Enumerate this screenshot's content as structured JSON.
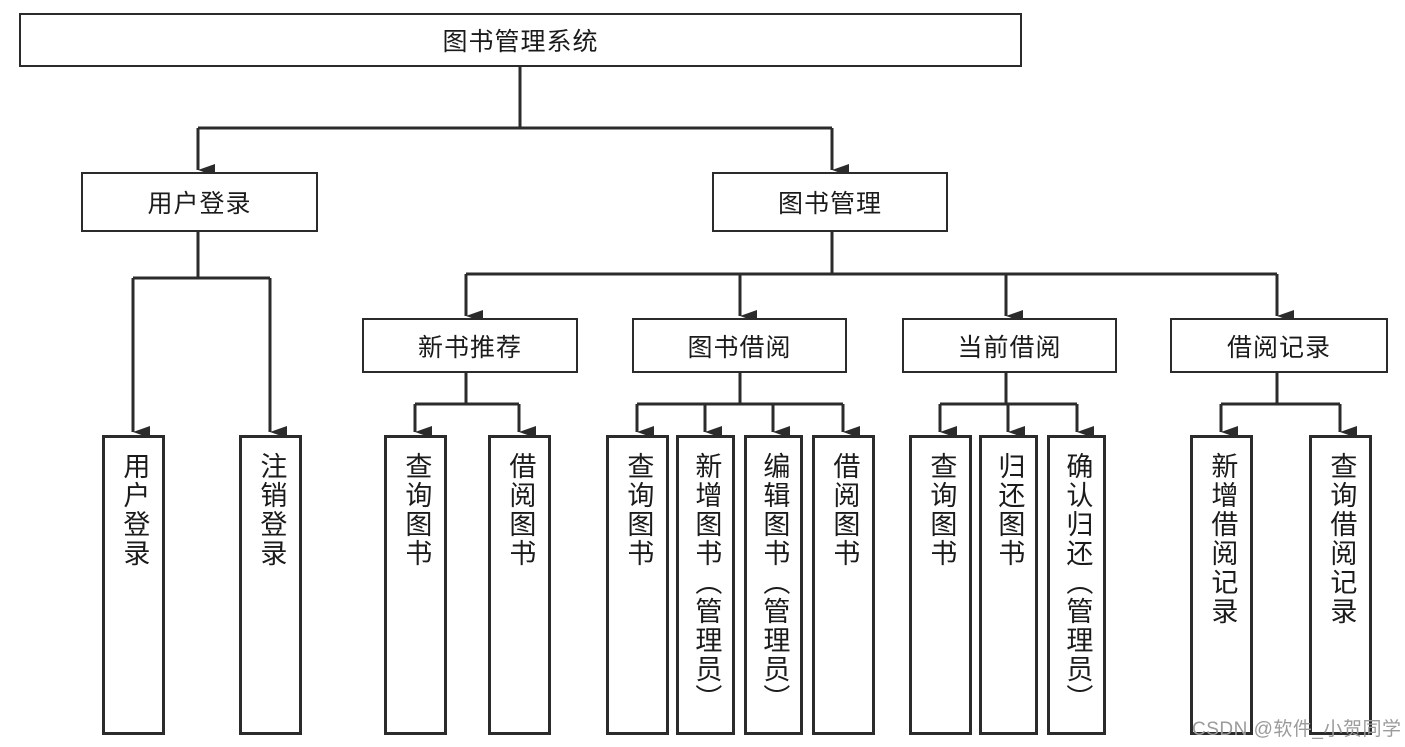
{
  "diagram": {
    "title": "图书管理系统",
    "type": "tree-hierarchy",
    "root": {
      "label": "图书管理系统"
    },
    "level2": [
      {
        "label": "用户登录"
      },
      {
        "label": "图书管理"
      }
    ],
    "level3": [
      {
        "label": "新书推荐"
      },
      {
        "label": "图书借阅"
      },
      {
        "label": "当前借阅"
      },
      {
        "label": "借阅记录"
      }
    ],
    "leaves": [
      {
        "label": "用户登录"
      },
      {
        "label": "注销登录"
      },
      {
        "label": "查询图书"
      },
      {
        "label": "借阅图书"
      },
      {
        "label": "查询图书"
      },
      {
        "label": "新增图书（管理员）"
      },
      {
        "label": "编辑图书（管理员）"
      },
      {
        "label": "借阅图书"
      },
      {
        "label": "查询图书"
      },
      {
        "label": "归还图书"
      },
      {
        "label": "确认归还（管理员）"
      },
      {
        "label": "新增借阅记录"
      },
      {
        "label": "查询借阅记录"
      }
    ]
  },
  "watermark": {
    "text": "CSDN @软件_小贺同学"
  },
  "colors": {
    "line": "#2b2b2b",
    "box_border": "#2b2b2b",
    "box_fill": "#ffffff",
    "text": "#1b1b1b",
    "watermark": "#9b9b9b"
  }
}
